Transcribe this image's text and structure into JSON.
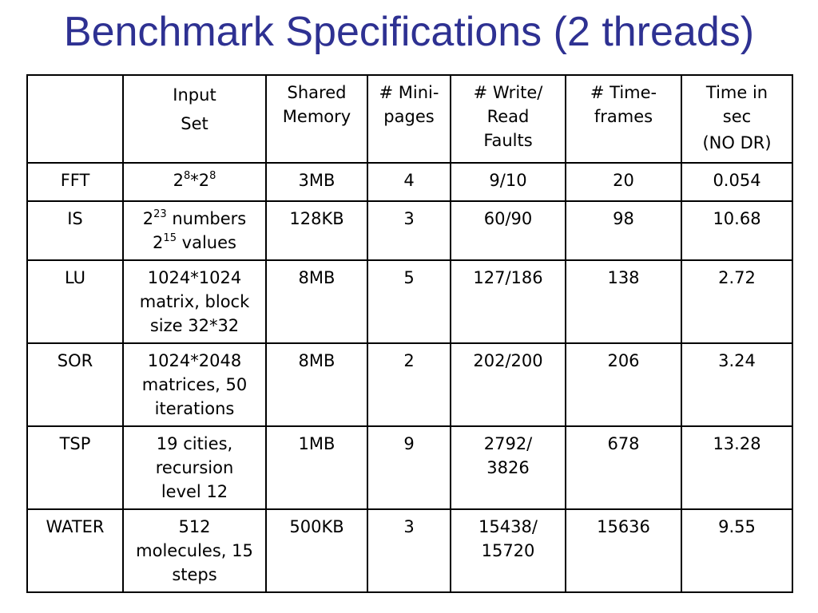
{
  "slide": {
    "title": "Benchmark Specifications (2 threads)",
    "title_color": "#2E3192"
  },
  "table": {
    "headers": [
      [
        ""
      ],
      [
        "Input",
        "Set"
      ],
      [
        "Shared",
        "Memory"
      ],
      [
        "# Mini-",
        "pages"
      ],
      [
        "# Write/",
        "Read",
        "Faults"
      ],
      [
        "# Time-",
        "frames"
      ],
      [
        "Time in",
        "sec",
        "(NO DR)"
      ]
    ],
    "rows": [
      {
        "name": "FFT",
        "input": {
          "base1": "2",
          "exp1": "8",
          "mid": "*2",
          "exp2": "8"
        },
        "shared_memory": "3MB",
        "mini_pages": "4",
        "write_read_faults": [
          "9/10"
        ],
        "time_frames": "20",
        "time_sec": "0.054"
      },
      {
        "name": "IS",
        "input": {
          "line1_base": "2",
          "line1_exp": "23",
          "line1_rest": " numbers",
          "line2_base": "2",
          "line2_exp": "15",
          "line2_rest": " values"
        },
        "shared_memory": "128KB",
        "mini_pages": "3",
        "write_read_faults": [
          "60/90"
        ],
        "time_frames": "98",
        "time_sec": "10.68"
      },
      {
        "name": "LU",
        "input": {
          "lines": [
            "1024*1024",
            "matrix, block",
            "size 32*32"
          ]
        },
        "shared_memory": "8MB",
        "mini_pages": "5",
        "write_read_faults": [
          "127/186"
        ],
        "time_frames": "138",
        "time_sec": "2.72"
      },
      {
        "name": "SOR",
        "input": {
          "lines": [
            "1024*2048",
            "matrices, 50",
            "iterations"
          ]
        },
        "shared_memory": "8MB",
        "mini_pages": "2",
        "write_read_faults": [
          "202/200"
        ],
        "time_frames": "206",
        "time_sec": "3.24"
      },
      {
        "name": "TSP",
        "input": {
          "lines": [
            "19 cities,",
            "recursion",
            "level 12"
          ]
        },
        "shared_memory": "1MB",
        "mini_pages": "9",
        "write_read_faults": [
          "2792/",
          "3826"
        ],
        "time_frames": "678",
        "time_sec": "13.28"
      },
      {
        "name": "WATER",
        "input": {
          "lines": [
            "512",
            "molecules, 15",
            "steps"
          ]
        },
        "shared_memory": "500KB",
        "mini_pages": "3",
        "write_read_faults": [
          "15438/",
          "15720"
        ],
        "time_frames": "15636",
        "time_sec": "9.55"
      }
    ]
  }
}
